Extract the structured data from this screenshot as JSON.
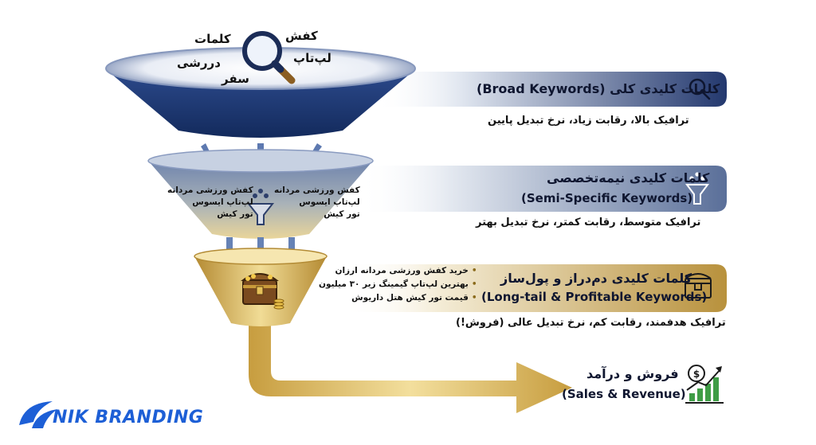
{
  "funnel_top": {
    "keywords": [
      "کفش",
      "کلمات",
      "لپ‌تاپ",
      "دررشی",
      "سفر"
    ]
  },
  "stages": [
    {
      "title": "کلمات کلیدی کلی (Broad Keywords)",
      "description": "ترافیک بالا، رقابت زیاد، نرخ تبدیل پایین",
      "icon": "magnifier-icon"
    },
    {
      "title": "کلمات کلیدی نیمه‌تخصصی",
      "subtitle": "(Semi-Specific Keywords)",
      "description": "ترافیک متوسط، رقابت کمتر، نرخ تبدیل بهتر",
      "icon": "funnel-icon"
    },
    {
      "title": "کلمات کلیدی دم‌دراز و پول‌ساز",
      "subtitle": "(Long-tail & Profitable Keywords)",
      "description": "ترافیک هدفمند، رقابت کم، نرخ تبدیل عالی (فروش!)",
      "icon": "treasure-chest-icon"
    }
  ],
  "mid_keywords": {
    "right": [
      "کفش ورزشی مردانه",
      "لپ‌تاپ ایسوس",
      "تور کیش"
    ],
    "left": [
      "کفش ورزشی مردانه",
      "لپ‌تاپ ایسوس",
      "تور کیش"
    ]
  },
  "long_keywords": [
    "خرید کفش ورزشی مردانه ارزان",
    "بهترین لپ‌تاپ گیمینگ زیر ۳۰ میلیون",
    "قیمت تور کیش هتل داریوش"
  ],
  "outcome": {
    "title": "فروش و درآمد",
    "subtitle": "(Sales & Revenue)",
    "icon": "revenue-chart-icon"
  },
  "brand": {
    "name": "NIK BRANDING"
  },
  "colors": {
    "navy": "#1f3a78",
    "steel": "#6f83a8",
    "gold": "#c9a24a"
  }
}
